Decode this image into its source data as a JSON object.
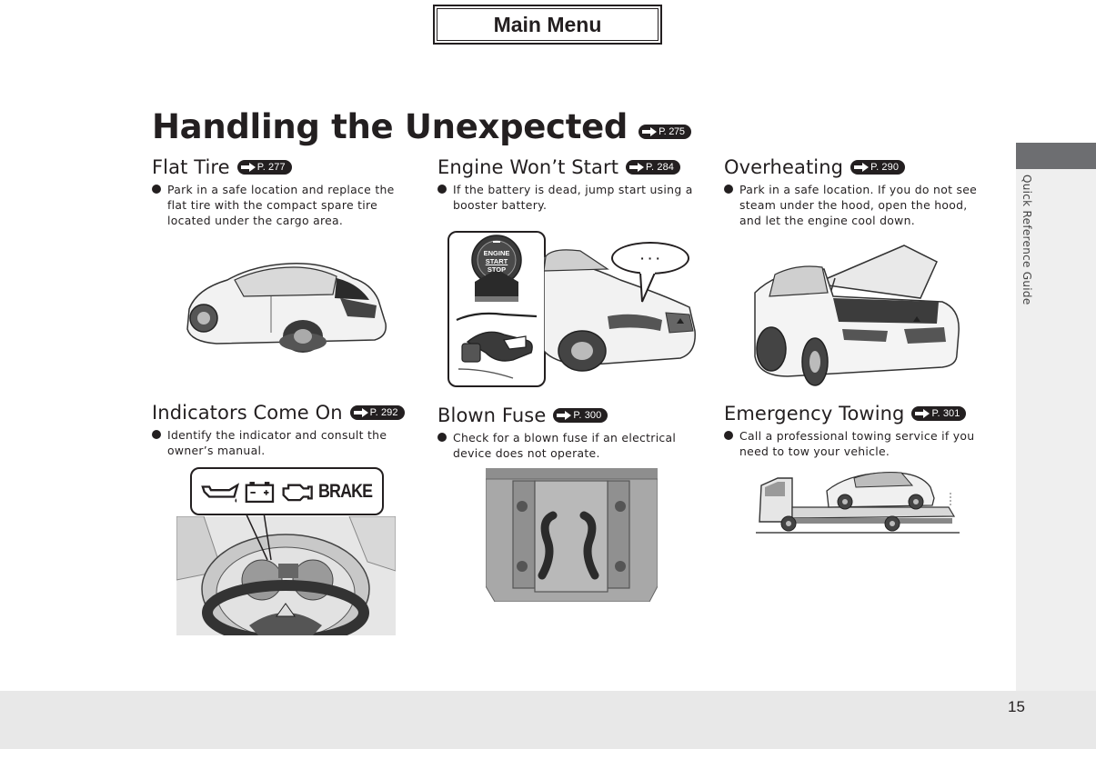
{
  "main_menu": {
    "label": "Main Menu"
  },
  "page": {
    "title": "Handling the Unexpected",
    "title_ref": "P. 275",
    "side_label": "Quick Reference Guide",
    "page_number": "15"
  },
  "sections": {
    "flat_tire": {
      "heading": "Flat Tire",
      "ref": "P. 277",
      "text": "Park in a safe location and replace the flat tire with the compact spare tire located under the cargo area."
    },
    "engine_wont_start": {
      "heading": "Engine Won’t Start",
      "ref": "P. 284",
      "text": "If the battery is dead, jump start using a booster battery."
    },
    "overheating": {
      "heading": "Overheating",
      "ref": "P. 290",
      "text": "Park in a safe location. If you do not see steam under the hood, open the hood, and let the engine cool down."
    },
    "indicators_come_on": {
      "heading": "Indicators Come On",
      "ref": "P. 292",
      "text": "Identify the indicator and consult the owner’s manual."
    },
    "blown_fuse": {
      "heading": "Blown Fuse",
      "ref": "P. 300",
      "text": "Check for a blown fuse if an electrical device does not operate."
    },
    "emergency_towing": {
      "heading": "Emergency Towing",
      "ref": "P. 301",
      "text": "Call a professional towing service if you need to tow your vehicle."
    }
  },
  "illustrations": {
    "start_button": {
      "line1": "ENGINE",
      "line2": "START",
      "line3": "STOP"
    },
    "speech_bubble": "· · ·",
    "indicator_brake": "BRAKE"
  }
}
